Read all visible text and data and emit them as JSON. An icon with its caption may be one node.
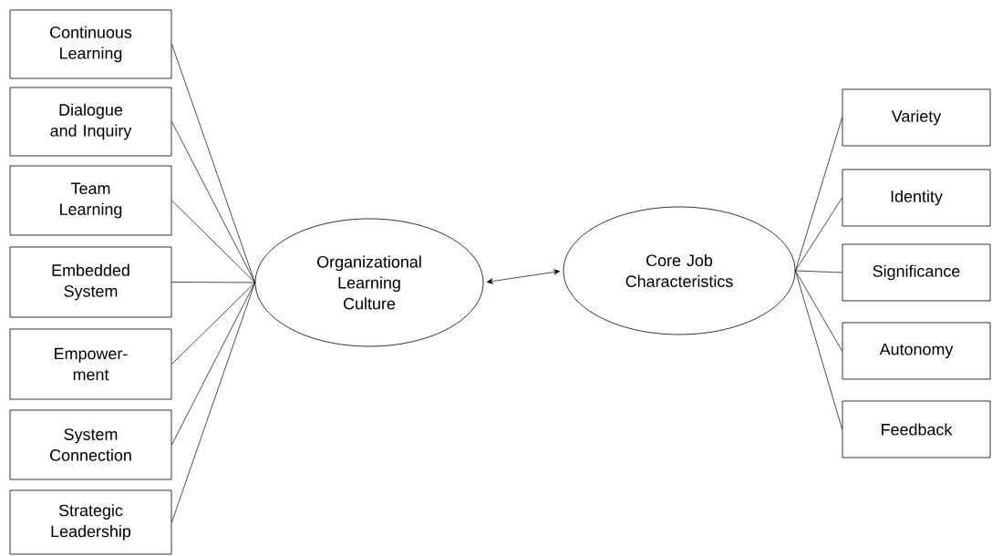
{
  "diagram": {
    "nodes": [
      {
        "text": [
          "Continuous Learning"
        ]
      },
      {
        "text": [
          "Dialogue and Inquiry"
        ]
      },
      {
        "text": [
          "Team Learning"
        ]
      },
      {
        "text": [
          "Embedded System"
        ]
      },
      {
        "text": [
          "Empower- ment"
        ]
      },
      {
        "text": [
          "System Connection"
        ]
      },
      {
        "text": [
          "Strategic Leadership"
        ]
      },
      {
        "text": [
          "Organizational Learning Culture"
        ]
      },
      {
        "text": [
          "Core Job Characteristics"
        ]
      },
      {
        "text": [
          "Variety"
        ]
      },
      {
        "text": [
          "Identity"
        ]
      },
      {
        "text": [
          "Significance"
        ]
      },
      {
        "text": [
          "Autonomy"
        ]
      },
      {
        "text": [
          "Feedback"
        ]
      }
    ],
    "edges": [
      {
        "from": 0,
        "to": 7,
        "arrow": "none"
      },
      {
        "from": 1,
        "to": 7,
        "arrow": "none"
      },
      {
        "from": 2,
        "to": 7,
        "arrow": "none"
      },
      {
        "from": 3,
        "to": 7,
        "arrow": "none"
      },
      {
        "from": 4,
        "to": 7,
        "arrow": "none"
      },
      {
        "from": 5,
        "to": 7,
        "arrow": "none"
      },
      {
        "from": 6,
        "to": 7,
        "arrow": "none"
      },
      {
        "from": 7,
        "to": 8,
        "arrow": "both"
      },
      {
        "from": 8,
        "to": 9,
        "arrow": "none"
      },
      {
        "from": 8,
        "to": 10,
        "arrow": "none"
      },
      {
        "from": 8,
        "to": 11,
        "arrow": "none"
      },
      {
        "from": 8,
        "to": 12,
        "arrow": "none"
      },
      {
        "from": 8,
        "to": 13,
        "arrow": "none"
      }
    ]
  }
}
